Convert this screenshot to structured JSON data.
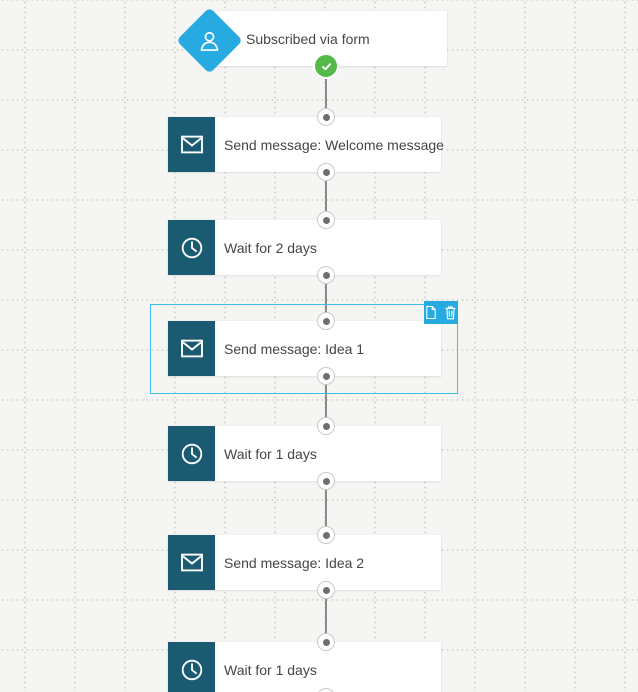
{
  "workflow": {
    "nodes": [
      {
        "kind": "trigger",
        "icon": "person-icon",
        "label": "Subscribed via form",
        "status": "completed",
        "status_icon": "check-icon"
      },
      {
        "kind": "action",
        "icon": "envelope-icon",
        "label": "Send message: Welcome message"
      },
      {
        "kind": "action",
        "icon": "clock-icon",
        "label": "Wait for 2 days"
      },
      {
        "kind": "action",
        "icon": "envelope-icon",
        "label": "Send message: Idea 1",
        "selected": true
      },
      {
        "kind": "action",
        "icon": "clock-icon",
        "label": "Wait for 1 days"
      },
      {
        "kind": "action",
        "icon": "envelope-icon",
        "label": "Send message: Idea 2"
      },
      {
        "kind": "action",
        "icon": "clock-icon",
        "label": "Wait for 1 days"
      }
    ],
    "selection_toolbar": [
      {
        "name": "duplicate",
        "icon": "document-icon"
      },
      {
        "name": "delete",
        "icon": "trash-icon"
      }
    ]
  },
  "colors": {
    "canvas_bg": "#f5f5f3",
    "grid_dot": "#d6d6d2",
    "trigger_blue": "#27aae1",
    "action_teal": "#1a5b72",
    "success_green": "#54b948",
    "selection_blue": "#3fbcea",
    "toolbar_blue": "#27aae1",
    "connector_line": "#8b8b8b",
    "connector_dot": "#6e6e6e",
    "text": "#454545"
  }
}
